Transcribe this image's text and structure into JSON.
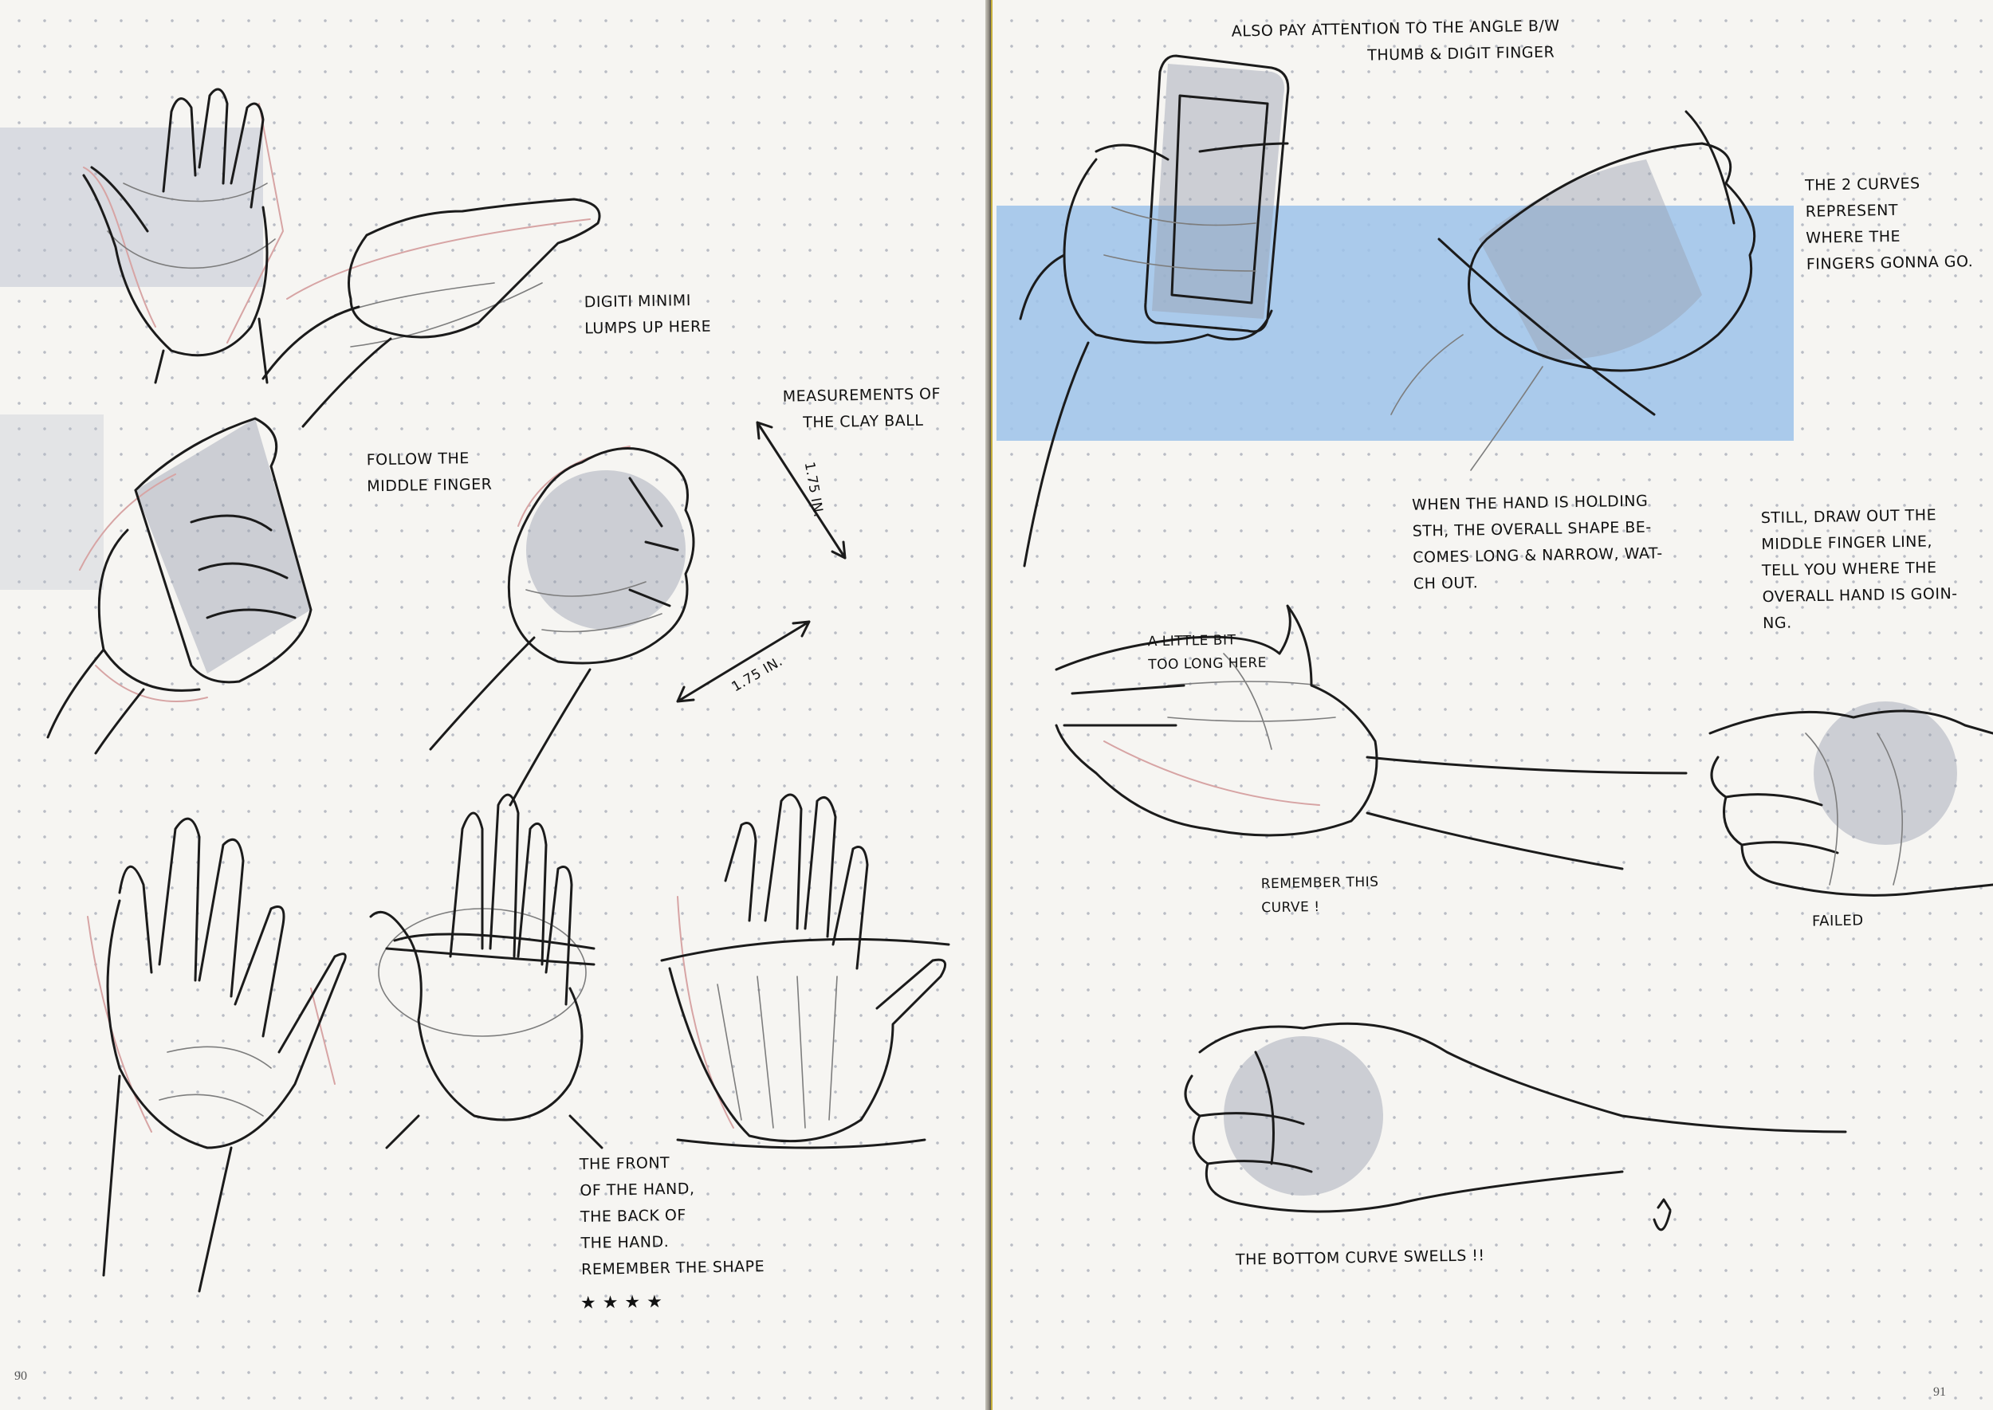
{
  "colors": {
    "paper": "#f6f5f2",
    "dot": "#b9bcc4",
    "ink": "#1b1b1b",
    "marker_blue": "#9cc2ea",
    "shadow_grey": "#9a9fb0",
    "construction_red": "#d7a4a4",
    "binding_gold": "#c8b13c"
  },
  "left_page": {
    "page_number": "90",
    "notes": {
      "digiti": [
        "DIGITI MINIMI",
        "LUMPS UP HERE"
      ],
      "follow": [
        "FOLLOW THE",
        "MIDDLE FINGER"
      ],
      "measure": [
        "MEASUREMENTS OF",
        "THE CLAY BALL"
      ],
      "dim_vertical": "1.75 IN.",
      "dim_horizontal": "1.75 IN.",
      "front": [
        "THE FRONT",
        "OF THE HAND,",
        "THE BACK OF",
        "THE HAND.",
        "REMEMBER THE SHAPE"
      ],
      "stars": "★ ★ ★ ★"
    }
  },
  "right_page": {
    "page_number": "91",
    "notes": {
      "angle": [
        "ALSO PAY ATTENTION TO THE ANGLE B/W",
        "THUMB & DIGIT FINGER"
      ],
      "curves": [
        "THE 2 CURVES",
        "REPRESENT",
        "WHERE THE",
        "FINGERS GONNA GO."
      ],
      "holding": [
        "WHEN THE HAND IS HOLDING",
        "STH, THE OVERALL SHAPE BE-",
        "COMES LONG & NARROW, WAT-",
        "CH OUT."
      ],
      "still": [
        "STILL, DRAW OUT THE",
        "MIDDLE FINGER LINE,",
        "TELL YOU WHERE THE",
        "OVERALL HAND IS GOIN-",
        "NG."
      ],
      "little": [
        "A LITTLE BIT",
        "TOO LONG HERE"
      ],
      "remember": [
        "REMEMBER THIS",
        "CURVE !"
      ],
      "failed": "FAILED",
      "bottom": "THE BOTTOM CURVE SWELLS !!"
    }
  }
}
